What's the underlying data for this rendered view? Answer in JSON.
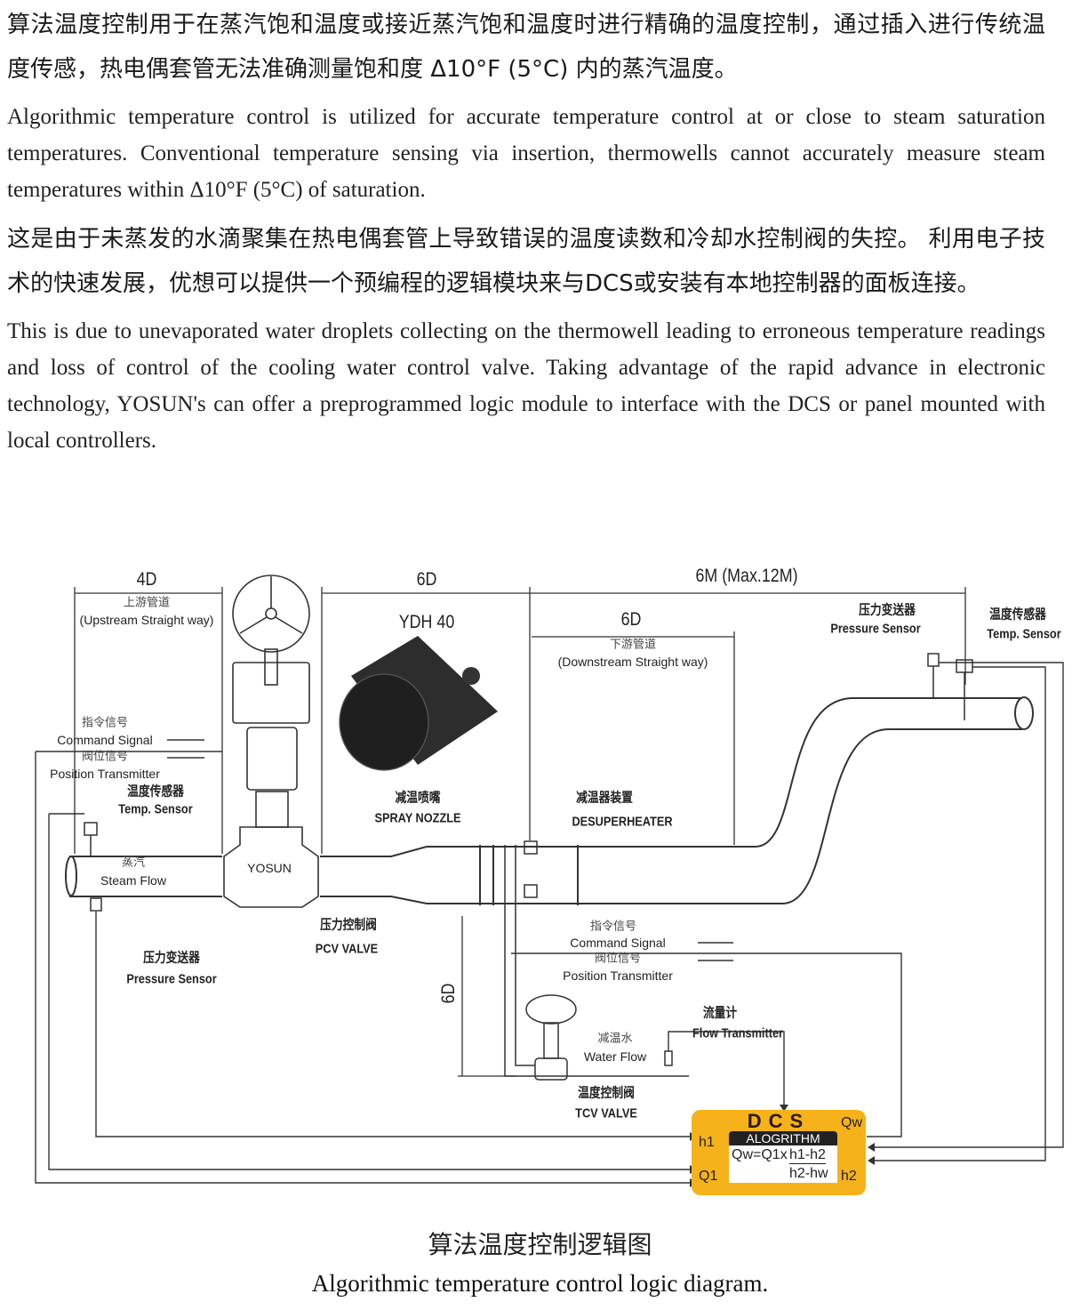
{
  "paragraphs": {
    "p1": "算法温度控制用于在蒸汽饱和温度或接近蒸汽饱和温度时进行精确的温度控制，通过插入进行传统温度传感，热电偶套管无法准确测量饱和度 Δ10°F (5°C) 内的蒸汽温度。",
    "p2": "Algorithmic temperature control is utilized for accurate temperature control at or close to steam saturation temperatures. Conventional temperature sensing via insertion, thermowells cannot accurately measure steam temperatures within Δ10°F (5°C) of saturation.",
    "p3": "这是由于未蒸发的水滴聚集在热电偶套管上导致错误的温度读数和冷却水控制阀的失控。 利用电子技术的快速发展，优想可以提供一个预编程的逻辑模块来与DCS或安装有本地控制器的面板连接。",
    "p4": "This is due to unevaporated water droplets collecting on the thermowell leading to erroneous temperature readings and loss of control of the cooling water control valve. Taking advantage of the rapid advance in electronic technology, YOSUN's can offer a preprogrammed logic module to interface with the DCS or panel mounted with local controllers."
  },
  "diagram": {
    "dim_4d": "4D",
    "upstream_cn": "上游管道",
    "upstream_en": "(Upstream Straight way)",
    "dim_6d_top": "6D",
    "model": "YDH 40",
    "dim_6m": "6M (Max.12M)",
    "dim_6d_down": "6D",
    "downstream_cn": "下游管道",
    "downstream_en": "(Downstream Straight way)",
    "ps_right_cn": "压力变送器",
    "ps_right_en": "Pressure Sensor",
    "ts_right_cn": "温度传感器",
    "ts_right_en": "Temp. Sensor",
    "cmd_left_cn": "指令信号",
    "cmd_left_en": "Command Signal",
    "pos_left_cn": "阀位信号",
    "pos_left_en": "Position Transmitter",
    "ts_left_cn": "温度传感器",
    "ts_left_en": "Temp. Sensor",
    "nozzle_cn": "减温喷嘴",
    "nozzle_en": "SPRAY NOZZLE",
    "desup_cn": "减温器装置",
    "desup_en": "DESUPERHEATER",
    "steam_cn": "蒸汽",
    "steam_en": "Steam Flow",
    "brand": "YOSUN",
    "pcv_cn": "压力控制阀",
    "pcv_en": "PCV VALVE",
    "ps_left_cn": "压力变送器",
    "ps_left_en": "Pressure Sensor",
    "cmd_mid_cn": "指令信号",
    "cmd_mid_en": "Command Signal",
    "pos_mid_cn": "阀位信号",
    "pos_mid_en": "Position Transmitter",
    "dim_6d_vert": "6D",
    "flow_cn": "流量计",
    "flow_en": "Flow Transmitter",
    "water_cn": "减温水",
    "water_en": "Water Flow",
    "tcv_cn": "温度控制阀",
    "tcv_en": "TCV VALVE",
    "dcs": {
      "title": "DCS",
      "algorithm": "ALOGRITHM",
      "formula_left": "Qw=Q1x",
      "numerator": "h1-h2",
      "denominator": "h2-hw",
      "h1": "h1",
      "q1": "Q1",
      "qw": "Qw",
      "h2": "h2"
    }
  },
  "caption": {
    "cn": "算法温度控制逻辑图",
    "en": "Algorithmic temperature control logic diagram."
  },
  "colors": {
    "dcs": "#f5b21a",
    "line": "#333333"
  }
}
